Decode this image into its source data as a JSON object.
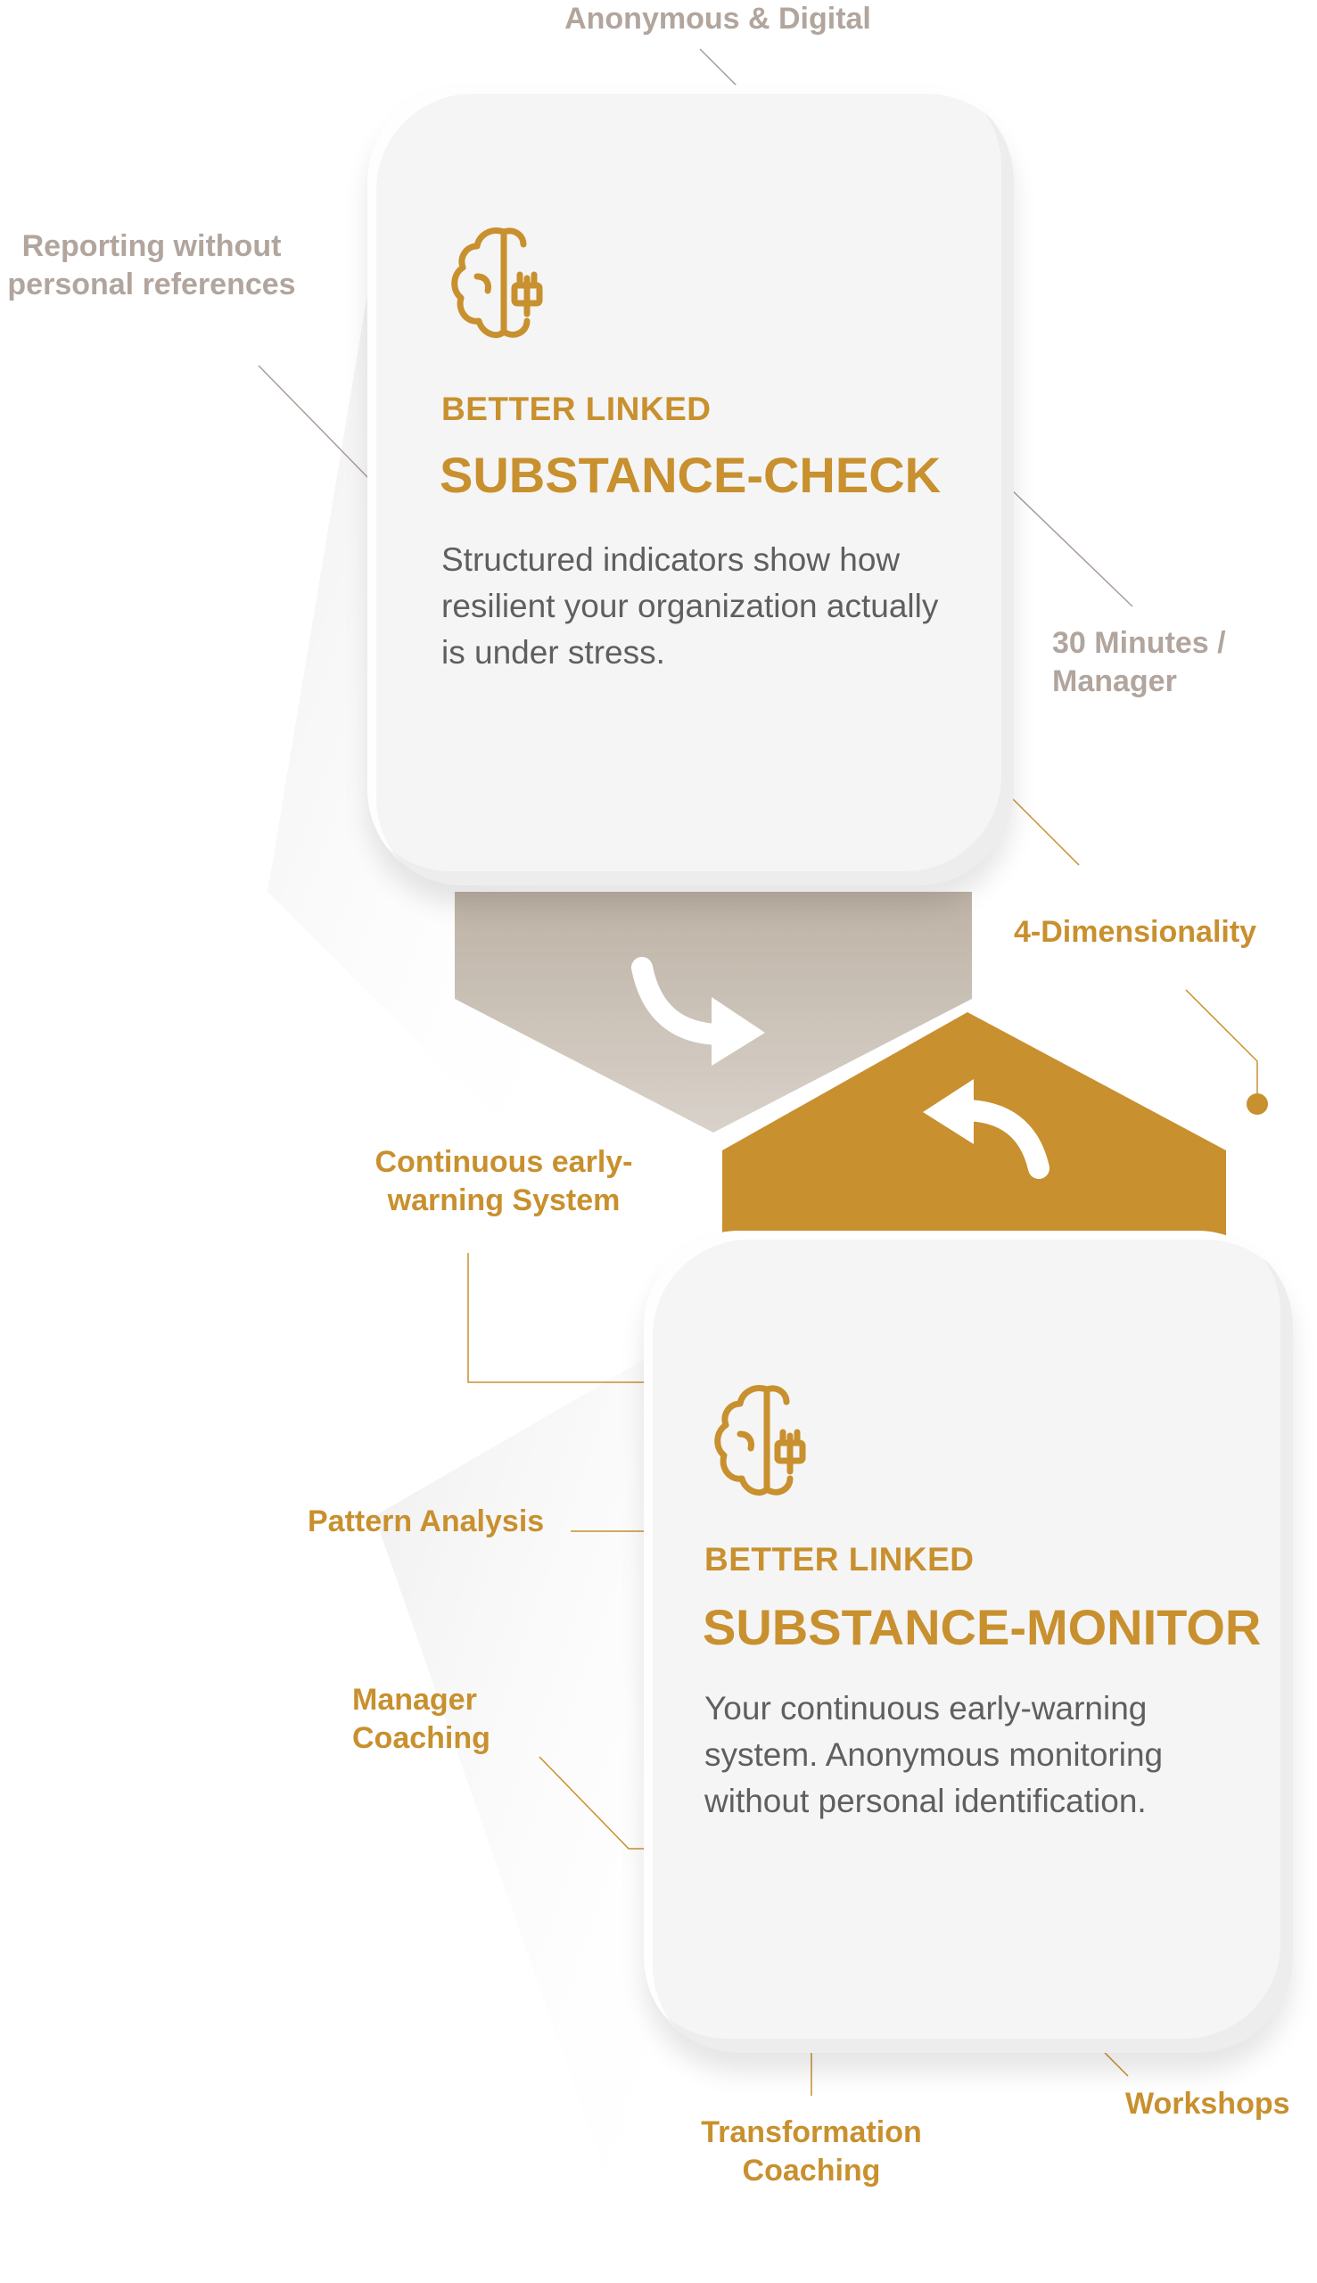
{
  "colors": {
    "gold": "#c8902e",
    "gray_label": "#b1a59d",
    "gray_dot": "#a89d97",
    "card": "#f5f5f5",
    "description_text": "#5f5f5f",
    "arrow_down_fill": "#c8bfb5",
    "arrow_up_fill": "#c8902e"
  },
  "cards": {
    "check": {
      "icon": "brain-plug-icon",
      "kicker": "BETTER LINKED",
      "title": "SUBSTANCE-CHECK",
      "description": "Structured indicators show how resilient your organization actually is under stress."
    },
    "monitor": {
      "icon": "brain-plug-icon",
      "kicker": "BETTER LINKED",
      "title": "SUBSTANCE-MONITOR",
      "description": "Your continuous early-warning system. Anonymous monitoring without personal identification."
    }
  },
  "arrows": {
    "down": {
      "icon": "curved-arrow-right-icon"
    },
    "up": {
      "icon": "curved-arrow-left-icon"
    }
  },
  "callouts": {
    "anonymous_digital": "Anonymous & Digital",
    "reporting": "Reporting without personal references",
    "thirty_minutes": "30 Minutes / Manager",
    "four_dimensionality": "4-Dimensionality",
    "early_warning": "Continuous early-warning System",
    "pattern_analysis": "Pattern Analysis",
    "manager_coaching": "Manager Coaching",
    "transformation_coaching": "Transformation Coaching",
    "workshops": "Workshops"
  }
}
